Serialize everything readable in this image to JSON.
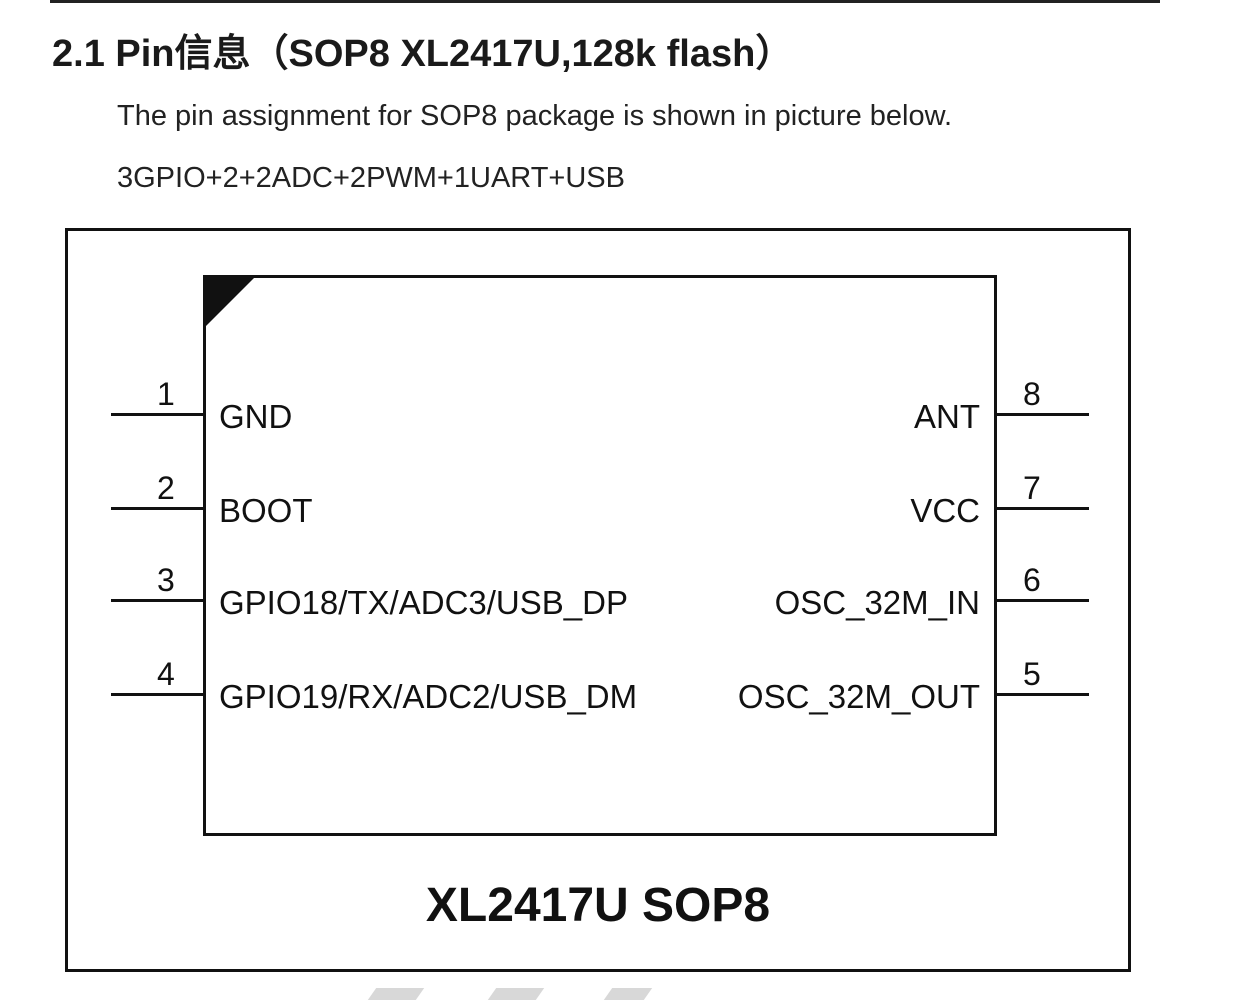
{
  "section": {
    "heading": "2.1 Pin信息（SOP8 XL2417U,128k flash）",
    "description": "The pin assignment for SOP8 package is shown in picture below.",
    "features": "3GPIO+2+2ADC+2PWM+1UART+USB"
  },
  "diagram": {
    "caption": "XL2417U SOP8",
    "left_pins": [
      {
        "number": "1",
        "label": "GND"
      },
      {
        "number": "2",
        "label": "BOOT"
      },
      {
        "number": "3",
        "label": "GPIO18/TX/ADC3/USB_DP"
      },
      {
        "number": "4",
        "label": "GPIO19/RX/ADC2/USB_DM"
      }
    ],
    "right_pins": [
      {
        "number": "8",
        "label": "ANT"
      },
      {
        "number": "7",
        "label": "VCC"
      },
      {
        "number": "6",
        "label": "OSC_32M_IN"
      },
      {
        "number": "5",
        "label": "OSC_32M_OUT"
      }
    ]
  }
}
